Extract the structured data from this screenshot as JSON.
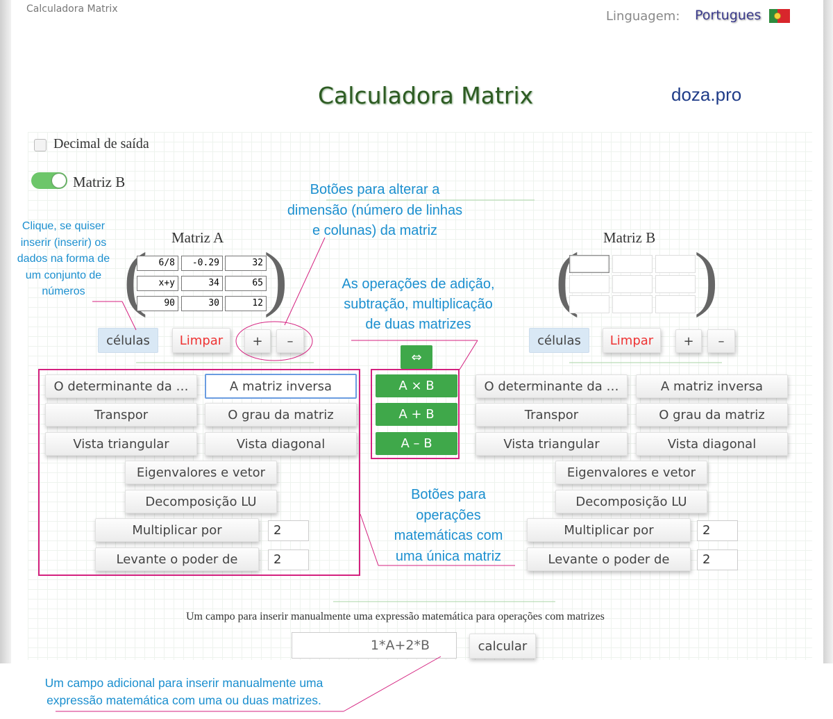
{
  "header": {
    "site_name": "Calculadora Matrix",
    "language_label": "Linguagem:",
    "language_value": "Portugues",
    "flag_icon": "portugal-flag-icon"
  },
  "main": {
    "title": "Calculadora Matrix",
    "domain": "doza.pro"
  },
  "options": {
    "decimal_output_label": "Decimal de saída",
    "decimal_output_checked": false,
    "matrix_b_label": "Matriz B",
    "matrix_b_enabled": true
  },
  "matrix_a": {
    "title": "Matriz A",
    "cells": [
      [
        "6/8",
        "-0.29",
        "32"
      ],
      [
        "x+y",
        "34",
        "65"
      ],
      [
        "90",
        "30",
        "12"
      ]
    ],
    "cells_button": "células",
    "clear_button": "Limpar",
    "add_button": "+",
    "remove_button": "–",
    "operations": {
      "determinant": "O determinante da …",
      "inverse": "A matriz inversa",
      "transpose": "Transpor",
      "rank": "O grau da matriz",
      "triangular": "Vista triangular",
      "diagonal": "Vista diagonal",
      "eigen": "Eigenvalores e vetor",
      "lu": "Decomposição LU",
      "multiply_by": "Multiplicar por",
      "multiply_value": "2",
      "power": "Levante o poder de",
      "power_value": "2"
    }
  },
  "matrix_b": {
    "title": "Matriz B",
    "cells": [
      [
        "",
        "",
        ""
      ],
      [
        "",
        "",
        ""
      ],
      [
        "",
        "",
        ""
      ]
    ],
    "cells_button": "células",
    "clear_button": "Limpar",
    "add_button": "+",
    "remove_button": "–",
    "operations": {
      "determinant": "O determinante da …",
      "inverse": "A matriz inversa",
      "transpose": "Transpor",
      "rank": "O grau da matriz",
      "triangular": "Vista triangular",
      "diagonal": "Vista diagonal",
      "eigen": "Eigenvalores e vetor",
      "lu": "Decomposição LU",
      "multiply_by": "Multiplicar por",
      "multiply_value": "2",
      "power": "Levante o poder de",
      "power_value": "2"
    }
  },
  "two_matrix_ops": {
    "swap": "⇔",
    "multiply": "A × B",
    "add": "A + B",
    "subtract": "A – B"
  },
  "expression": {
    "label": "Um campo para inserir manualmente uma expressão matemática para operações com matrizes",
    "value": "1*A+2*B",
    "calc_button": "calcular"
  },
  "annotations": {
    "cells_hint": [
      "Clique, se quiser",
      "inserir (inserir) os",
      "dados na forma de",
      "um conjunto de",
      "números"
    ],
    "dimension_hint": [
      "Botões para alterar a",
      "dimensão (número de linhas",
      "e colunas) da matriz"
    ],
    "two_matrix_hint": [
      "As operações de adição,",
      "subtração, multiplicação",
      "de duas matrizes"
    ],
    "single_matrix_hint": [
      "Botões para",
      "operações",
      "matemáticas com",
      "uma única matriz"
    ],
    "expression_hint": [
      "Um campo adicional para inserir manualmente uma",
      "expressão matemática com uma ou duas matrizes."
    ]
  },
  "colors": {
    "accent_green": "#3fa84a",
    "annotation_blue": "#1b8fcf",
    "annotation_pink": "#d4217f",
    "clear_red": "#e33333",
    "title_green": "#2d5b22"
  }
}
